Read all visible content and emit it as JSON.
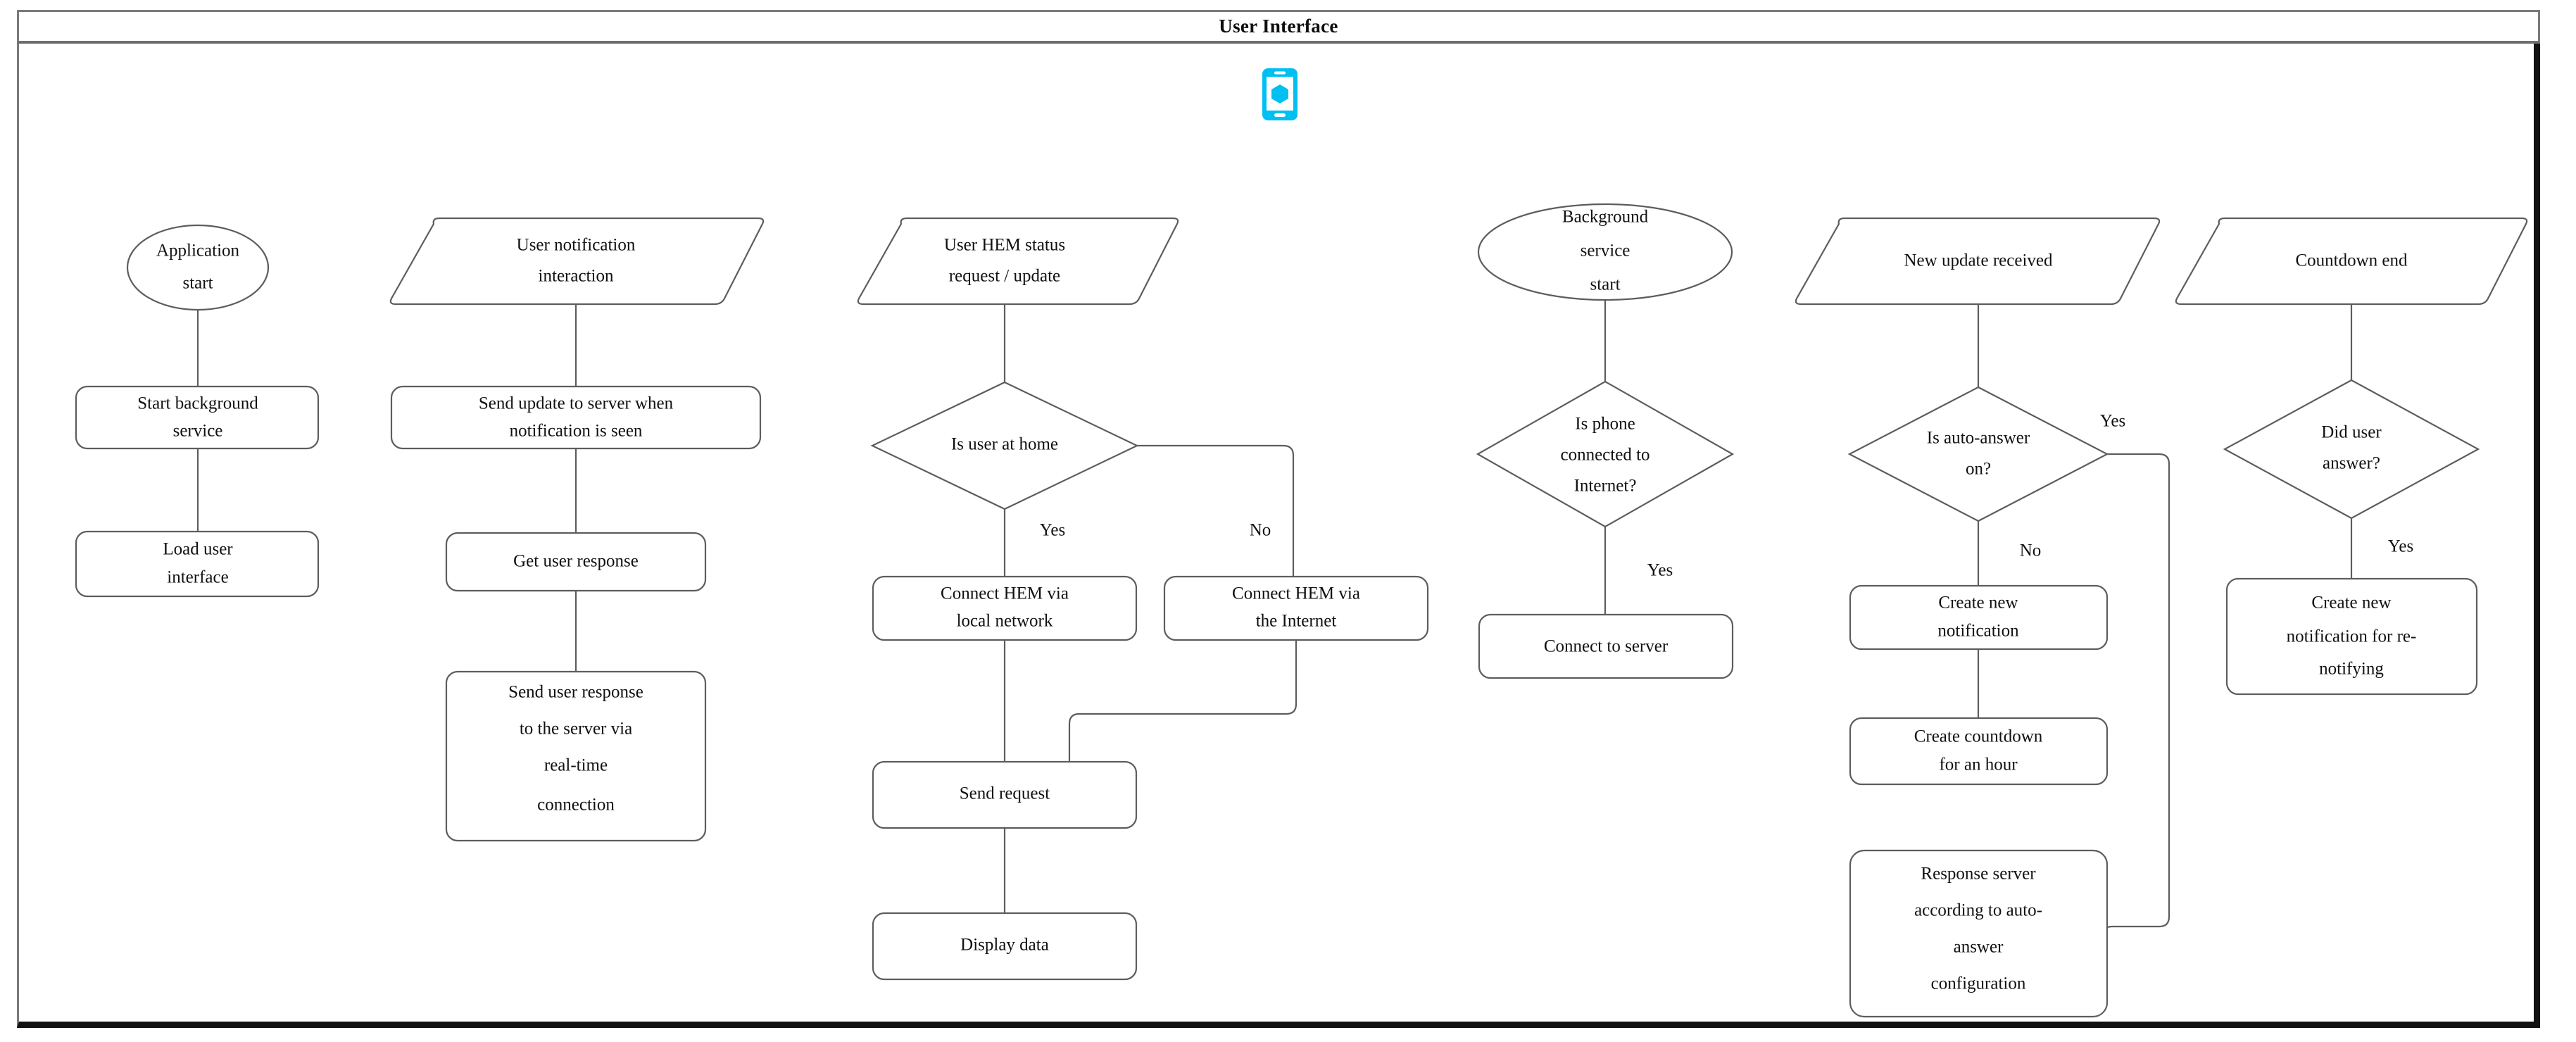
{
  "header": {
    "title": "User Interface"
  },
  "icon": {
    "name": "mobile-phone-icon",
    "color": "#00BFF2",
    "screen_color": "#ffffff"
  },
  "theme": {
    "shape_stroke": "#5d5d5d",
    "shape_fill": "#ffffff",
    "text_color": "#111111",
    "frame_border": "#7a7a7a",
    "frame_shadow": "#111111"
  },
  "chart_data": {
    "type": "diagram",
    "title": "User Interface",
    "diagram_kind": "flowchart",
    "lanes": 6,
    "nodes": [
      {
        "id": "n1",
        "shape": "ellipse",
        "label": "Application start",
        "lines": [
          "Application",
          "start"
        ]
      },
      {
        "id": "n2",
        "shape": "process",
        "label": "Start background service",
        "lines": [
          "Start background",
          "service"
        ]
      },
      {
        "id": "n3",
        "shape": "process",
        "label": "Load user interface",
        "lines": [
          "Load user",
          "interface"
        ]
      },
      {
        "id": "n4",
        "shape": "parallelogram",
        "label": "User notification interaction",
        "lines": [
          "User notification",
          "interaction"
        ]
      },
      {
        "id": "n5",
        "shape": "process",
        "label": "Send update to server when notification is seen",
        "lines": [
          "Send update to server when",
          "notification is seen"
        ]
      },
      {
        "id": "n6",
        "shape": "process",
        "label": "Get user response",
        "lines": [
          "Get user response"
        ]
      },
      {
        "id": "n7",
        "shape": "process",
        "label": "Send user response to the server via real-time connection",
        "lines": [
          "Send user response",
          "to the server via",
          "real-time",
          "connection"
        ]
      },
      {
        "id": "n8",
        "shape": "parallelogram",
        "label": "User HEM status request / update",
        "lines": [
          "User HEM status",
          "request / update"
        ]
      },
      {
        "id": "n9",
        "shape": "diamond",
        "label": "Is user at home",
        "lines": [
          "Is user at home"
        ]
      },
      {
        "id": "n10",
        "shape": "process",
        "label": "Connect HEM via local network",
        "lines": [
          "Connect HEM via",
          "local network"
        ]
      },
      {
        "id": "n11",
        "shape": "process",
        "label": "Connect HEM via the Internet",
        "lines": [
          "Connect HEM via",
          "the Internet"
        ]
      },
      {
        "id": "n12",
        "shape": "process",
        "label": "Send request",
        "lines": [
          "Send request"
        ]
      },
      {
        "id": "n13",
        "shape": "process",
        "label": "Display data",
        "lines": [
          "Display data"
        ]
      },
      {
        "id": "n14",
        "shape": "ellipse",
        "label": "Background service start",
        "lines": [
          "Background",
          "service",
          "start"
        ]
      },
      {
        "id": "n15",
        "shape": "diamond",
        "label": "Is phone connected to Internet?",
        "lines": [
          "Is phone",
          "connected to",
          "Internet?"
        ]
      },
      {
        "id": "n16",
        "shape": "process",
        "label": "Connect to server",
        "lines": [
          "Connect to server"
        ]
      },
      {
        "id": "n17",
        "shape": "parallelogram",
        "label": "New update received",
        "lines": [
          "New update received"
        ]
      },
      {
        "id": "n18",
        "shape": "diamond",
        "label": "Is auto-answer on?",
        "lines": [
          "Is auto-answer",
          "on?"
        ]
      },
      {
        "id": "n19",
        "shape": "process",
        "label": "Create new notification",
        "lines": [
          "Create new",
          "notification"
        ]
      },
      {
        "id": "n20",
        "shape": "process",
        "label": "Create countdown for an hour",
        "lines": [
          "Create countdown",
          "for an hour"
        ]
      },
      {
        "id": "n21",
        "shape": "process",
        "label": "Response server according to auto-answer configuration",
        "lines": [
          "Response server",
          "according to auto-",
          "answer",
          "configuration"
        ]
      },
      {
        "id": "n22",
        "shape": "parallelogram",
        "label": "Countdown end",
        "lines": [
          "Countdown end"
        ]
      },
      {
        "id": "n23",
        "shape": "diamond",
        "label": "Did user answer?",
        "lines": [
          "Did user",
          "answer?"
        ]
      },
      {
        "id": "n24",
        "shape": "process",
        "label": "Create new notification for re-notifying",
        "lines": [
          "Create new",
          "notification for re-",
          "notifying"
        ]
      }
    ],
    "edges": [
      {
        "from": "n1",
        "to": "n2",
        "label": ""
      },
      {
        "from": "n2",
        "to": "n3",
        "label": ""
      },
      {
        "from": "n4",
        "to": "n5",
        "label": ""
      },
      {
        "from": "n5",
        "to": "n6",
        "label": ""
      },
      {
        "from": "n6",
        "to": "n7",
        "label": ""
      },
      {
        "from": "n8",
        "to": "n9",
        "label": ""
      },
      {
        "from": "n9",
        "to": "n10",
        "label": "Yes"
      },
      {
        "from": "n9",
        "to": "n11",
        "label": "No"
      },
      {
        "from": "n10",
        "to": "n12",
        "label": ""
      },
      {
        "from": "n11",
        "to": "n12",
        "label": ""
      },
      {
        "from": "n12",
        "to": "n13",
        "label": ""
      },
      {
        "from": "n14",
        "to": "n15",
        "label": ""
      },
      {
        "from": "n15",
        "to": "n16",
        "label": "Yes"
      },
      {
        "from": "n17",
        "to": "n18",
        "label": ""
      },
      {
        "from": "n18",
        "to": "n19",
        "label": "No"
      },
      {
        "from": "n18",
        "to": "n21",
        "label": "Yes"
      },
      {
        "from": "n19",
        "to": "n20",
        "label": ""
      },
      {
        "from": "n22",
        "to": "n23",
        "label": ""
      },
      {
        "from": "n23",
        "to": "n24",
        "label": "Yes"
      }
    ],
    "edge_labels": [
      "Yes",
      "No",
      "Yes",
      "No",
      "Yes",
      "Yes"
    ]
  }
}
